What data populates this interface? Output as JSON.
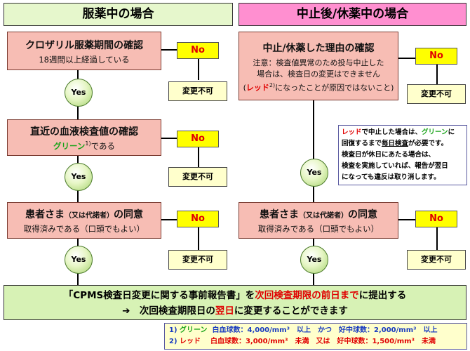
{
  "headers": {
    "left": "服薬中の場合",
    "right": "中止後/休薬中の場合"
  },
  "left": {
    "box1": {
      "title": "クロザリル服薬期間の確認",
      "sub": "18週間以上経過している"
    },
    "box2": {
      "title": "直近の血液検査値の確認",
      "sub_green": "グリーン",
      "sub_sup": "1)",
      "sub_tail": "である"
    },
    "box3": {
      "title_main": "患者さま",
      "title_paren": "（又は代諾者）",
      "title_tail": "の同意",
      "sub": "取得済みである（口頭でもよい）"
    }
  },
  "right": {
    "box1": {
      "title": "中止/休薬した理由の確認",
      "note1": "注意：検査値異常のため投与中止した",
      "note2": "場合は、検査日の変更はできません",
      "note3_open": "(",
      "note3_red": "レッド",
      "note3_sup": "2)",
      "note3_tail": "になったことが原因ではないこと)"
    },
    "box3": {
      "title_main": "患者さま",
      "title_paren": "（又は代諾者）",
      "title_tail": "の同意",
      "sub": "取得済みである（口頭でもよい）"
    }
  },
  "info": {
    "l1_red": "レッド",
    "l1_a": "で中止した場合は、",
    "l1_green": "グリーン",
    "l1_b": "に",
    "l2_a": "回復するまで",
    "l2_u": "毎日検査",
    "l2_b": "が必要です。",
    "l3": "検査日が休日にあたる場合は、",
    "l4": "検査を実施していれば、報告が翌日",
    "l5": "になっても違反は取り消します。"
  },
  "no_label": "No",
  "yes_label": "Yes",
  "change_label": "変更不可",
  "bottom": {
    "l1_a": "「CPMS検査日変更に関する事前報告書」を",
    "l1_red": "次回検査期限の前日まで",
    "l1_b": "に提出する",
    "l2_arrow": "➔",
    "l2_a": "次回検査期限日の",
    "l2_red": "翌日",
    "l2_b": "に変更することができます"
  },
  "legend": {
    "r1_num": "1)",
    "r1_name": "グリーン",
    "r1_text": "白血球数：4,000/mm³　以上　かつ　好中球数：2,000/mm³　以上",
    "r2_num": "2)",
    "r2_name": "レッド",
    "r2_text": "白血球数：3,000/mm³　未満　又は　好中球数：1,500/mm³　未満"
  },
  "colors": {
    "left_header": "#e6f7cc",
    "right_header": "#ff8fd0",
    "process_box": "#f7bdb4",
    "no_box": "#ffff00",
    "change_box": "#ffffcc",
    "bottom_box": "#d7f2b5",
    "red": "#e00000",
    "green": "#17a317"
  }
}
